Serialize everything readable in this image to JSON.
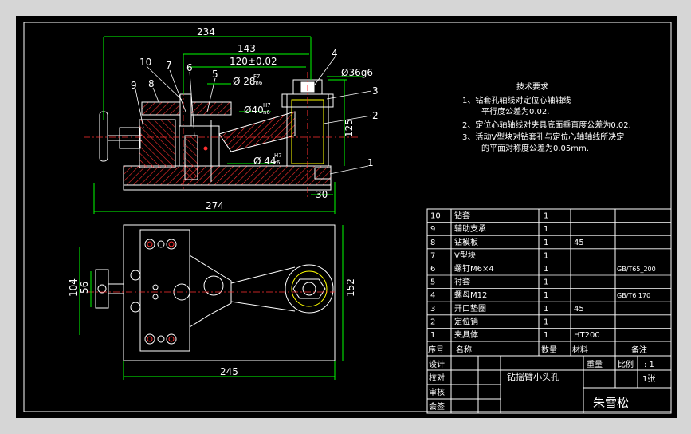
{
  "colors": {
    "frame_bg": "#d6d6d6",
    "paper": "#000000",
    "line_white": "#ffffff",
    "dim_green": "#00ff00",
    "hatch_red": "#ff3030",
    "part_yellow": "#ffff00",
    "leader_white": "#ffffff"
  },
  "dimensions": {
    "d234": "234",
    "d143": "143",
    "d120": "120±0.02",
    "d274": "274",
    "d125": "125",
    "d30": "30",
    "d36": "Ø36g6",
    "d28": "Ø 28",
    "d28fit_top": "F7",
    "d28fit_bot": "m6",
    "d40": "Ø40",
    "d40fit_top": "H7",
    "d40fit_bot": "n6",
    "d44": "Ø 44",
    "d44fit_top": "H7",
    "d44fit_bot": "r6",
    "d245": "245",
    "d152": "152",
    "d104": "104",
    "d56": "56"
  },
  "balloons": {
    "b10": "10",
    "b7": "7",
    "b6": "6",
    "b5": "5",
    "b9": "9",
    "b8": "8",
    "b4": "4",
    "b3": "3",
    "b2": "2",
    "b1": "1"
  },
  "notes": {
    "title": "技术要求",
    "line1": "1、钻套孔轴线对定位心轴轴线",
    "line1b": "平行度公差为0.02.",
    "line2": "2、定位心轴轴线对夹具底面垂直度公差为0.02.",
    "line3": "3、活动V型块对钻套孔与定位心轴轴线所决定",
    "line3b": "的平面对称度公差为0.05mm."
  },
  "bom": {
    "rows": [
      {
        "no": "10",
        "name": "钻套",
        "qty": "1",
        "material": "",
        "remark": ""
      },
      {
        "no": "9",
        "name": "辅助支承",
        "qty": "1",
        "material": "",
        "remark": ""
      },
      {
        "no": "8",
        "name": "钻模板",
        "qty": "1",
        "material": "45",
        "remark": ""
      },
      {
        "no": "7",
        "name": "V型块",
        "qty": "1",
        "material": "",
        "remark": ""
      },
      {
        "no": "6",
        "name": "螺钉M6×4",
        "qty": "1",
        "material": "",
        "remark": "GB/T65_200"
      },
      {
        "no": "5",
        "name": "衬套",
        "qty": "1",
        "material": "",
        "remark": ""
      },
      {
        "no": "4",
        "name": "螺母M12",
        "qty": "1",
        "material": "",
        "remark": "GB/T6 170"
      },
      {
        "no": "3",
        "name": "开口垫圈",
        "qty": "1",
        "material": "45",
        "remark": ""
      },
      {
        "no": "2",
        "name": "定位销",
        "qty": "1",
        "material": "",
        "remark": ""
      },
      {
        "no": "1",
        "name": "夹具体",
        "qty": "1",
        "material": "HT200",
        "remark": ""
      }
    ],
    "header": {
      "no": "序号",
      "name": "名称",
      "qty": "数量",
      "material": "材料",
      "remark": "备注"
    }
  },
  "titleblock": {
    "design": "设计",
    "check": "校对",
    "review": "审核",
    "approve": "会签",
    "part_name": "钻摇臂小头孔",
    "weight": "重量",
    "scale_label": "比例",
    "scale_val": ": 1",
    "sheets": "1张",
    "author": "朱雪松"
  }
}
